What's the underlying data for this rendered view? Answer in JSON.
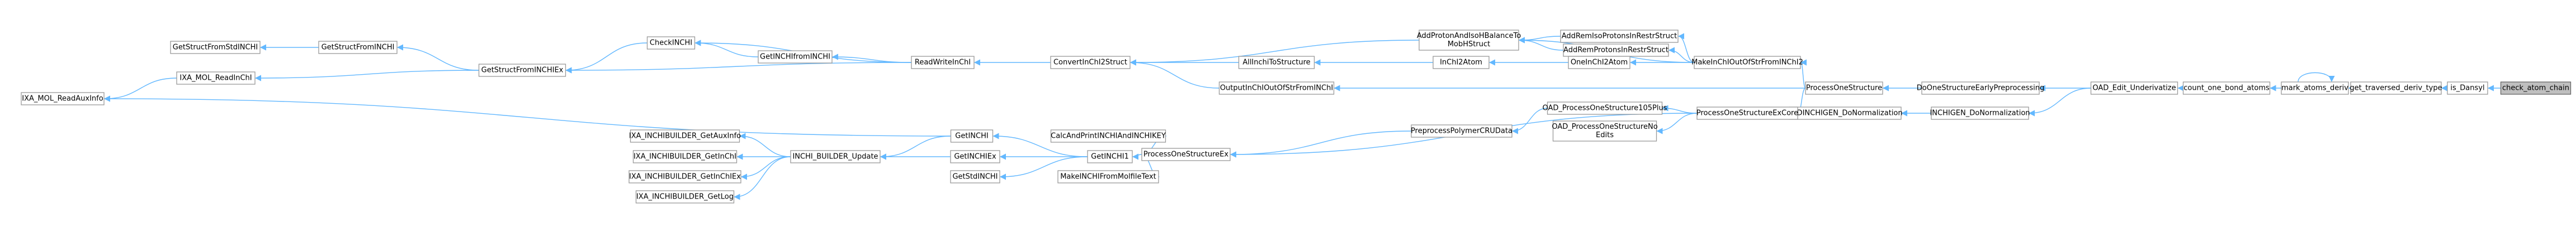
{
  "nodes": [
    {
      "id": "check_atom_chain",
      "lines": [
        "check_atom_chain"
      ],
      "root": true
    },
    {
      "id": "is_Dansyl",
      "lines": [
        "is_Dansyl"
      ]
    },
    {
      "id": "get_traversed_deriv_type",
      "lines": [
        "get_traversed_deriv_type"
      ]
    },
    {
      "id": "mark_atoms_deriv",
      "lines": [
        "mark_atoms_deriv"
      ]
    },
    {
      "id": "count_one_bond_atoms",
      "lines": [
        "count_one_bond_atoms"
      ]
    },
    {
      "id": "OAD_Edit_Underivatize",
      "lines": [
        "OAD_Edit_Underivatize"
      ]
    },
    {
      "id": "DoOneStructureEarlyPreprocessing",
      "lines": [
        "DoOneStructureEarlyPreprocessing"
      ]
    },
    {
      "id": "INCHIGEN_DoNormalization",
      "lines": [
        "INCHIGEN_DoNormalization"
      ]
    },
    {
      "id": "STDINCHIGEN_DoNormalization",
      "lines": [
        "STDINCHIGEN_DoNormalization"
      ]
    },
    {
      "id": "ProcessOneStructure",
      "lines": [
        "ProcessOneStructure"
      ]
    },
    {
      "id": "ProcessOneStructureExCore",
      "lines": [
        "ProcessOneStructureExCore"
      ]
    },
    {
      "id": "MakeInChIOutOfStrFromINChI2",
      "lines": [
        "MakeInChIOutOfStrFromINChI2"
      ]
    },
    {
      "id": "OutputInChIOutOfStrFromINChI",
      "lines": [
        "OutputInChIOutOfStrFromINChI"
      ]
    },
    {
      "id": "OAD_ProcessOneStructure105Plus",
      "lines": [
        "OAD_ProcessOneStructure105Plus"
      ]
    },
    {
      "id": "OAD_ProcessOneStructureNoEdits",
      "lines": [
        "OAD_ProcessOneStructureNo",
        "Edits"
      ]
    },
    {
      "id": "ProcessOneStructureEx",
      "lines": [
        "ProcessOneStructureEx"
      ]
    },
    {
      "id": "PreprocessPolymerCRUData",
      "lines": [
        "PreprocessPolymerCRUData"
      ]
    },
    {
      "id": "AddRemIsoProtonsInRestrStruct",
      "lines": [
        "AddRemIsoProtonsInRestrStruct"
      ]
    },
    {
      "id": "AddRemProtonsInRestrStruct",
      "lines": [
        "AddRemProtonsInRestrStruct"
      ]
    },
    {
      "id": "AddProtonAndIsoHBalanceToMobHStruct",
      "lines": [
        "AddProtonAndIsoHBalanceTo",
        "MobHStruct"
      ]
    },
    {
      "id": "OneInChI2Atom",
      "lines": [
        "OneInChI2Atom"
      ]
    },
    {
      "id": "InChI2Atom",
      "lines": [
        "InChI2Atom"
      ]
    },
    {
      "id": "AllInchiToStructure",
      "lines": [
        "AllInchiToStructure"
      ]
    },
    {
      "id": "ConvertInChI2Struct",
      "lines": [
        "ConvertInChI2Struct"
      ]
    },
    {
      "id": "ReadWriteInChI",
      "lines": [
        "ReadWriteInChI"
      ]
    },
    {
      "id": "GetINCHIfromINCHI",
      "lines": [
        "GetINCHIfromINCHI"
      ]
    },
    {
      "id": "CheckINCHI",
      "lines": [
        "CheckINCHI"
      ]
    },
    {
      "id": "GetStructFromINCHIEx",
      "lines": [
        "GetStructFromINCHIEx"
      ]
    },
    {
      "id": "GetStructFromINCHI",
      "lines": [
        "GetStructFromINCHI"
      ]
    },
    {
      "id": "GetStructFromStdINCHI",
      "lines": [
        "GetStructFromStdINCHI"
      ]
    },
    {
      "id": "IXA_MOL_ReadInChI",
      "lines": [
        "IXA_MOL_ReadInChI"
      ]
    },
    {
      "id": "IXA_MOL_ReadAuxInfo",
      "lines": [
        "IXA_MOL_ReadAuxInfo"
      ]
    },
    {
      "id": "GetINCHI",
      "lines": [
        "GetINCHI"
      ]
    },
    {
      "id": "GetINCHIEx",
      "lines": [
        "GetINCHIEx"
      ]
    },
    {
      "id": "GetINCHI1",
      "lines": [
        "GetINCHI1"
      ]
    },
    {
      "id": "CalcAndPrintINCHIAndINCHIKEY",
      "lines": [
        "CalcAndPrintINCHIAndINCHIKEY"
      ]
    },
    {
      "id": "MakeINCHIFromMolfileText",
      "lines": [
        "MakeINCHIFromMolfileText"
      ]
    },
    {
      "id": "GetStdINCHI",
      "lines": [
        "GetStdINCHI"
      ]
    },
    {
      "id": "INCHI_BUILDER_Update",
      "lines": [
        "INCHI_BUILDER_Update"
      ]
    },
    {
      "id": "IXA_INCHIBUILDER_GetAuxInfo",
      "lines": [
        "IXA_INCHIBUILDER_GetAuxInfo"
      ]
    },
    {
      "id": "IXA_INCHIBUILDER_GetInChI",
      "lines": [
        "IXA_INCHIBUILDER_GetInChI"
      ]
    },
    {
      "id": "IXA_INCHIBUILDER_GetInChIEx",
      "lines": [
        "IXA_INCHIBUILDER_GetInChIEx"
      ]
    },
    {
      "id": "IXA_INCHIBUILDER_GetLog",
      "lines": [
        "IXA_INCHIBUILDER_GetLog"
      ]
    }
  ],
  "edges": [
    [
      "is_Dansyl",
      "check_atom_chain"
    ],
    [
      "get_traversed_deriv_type",
      "is_Dansyl"
    ],
    [
      "mark_atoms_deriv",
      "get_traversed_deriv_type"
    ],
    [
      "mark_atoms_deriv",
      "mark_atoms_deriv"
    ],
    [
      "count_one_bond_atoms",
      "mark_atoms_deriv"
    ],
    [
      "OAD_Edit_Underivatize",
      "count_one_bond_atoms"
    ],
    [
      "DoOneStructureEarlyPreprocessing",
      "OAD_Edit_Underivatize"
    ],
    [
      "INCHIGEN_DoNormalization",
      "OAD_Edit_Underivatize"
    ],
    [
      "STDINCHIGEN_DoNormalization",
      "INCHIGEN_DoNormalization"
    ],
    [
      "ProcessOneStructure",
      "DoOneStructureEarlyPreprocessing"
    ],
    [
      "ProcessOneStructureExCore",
      "ProcessOneStructure"
    ],
    [
      "MakeInChIOutOfStrFromINChI2",
      "ProcessOneStructure"
    ],
    [
      "OutputInChIOutOfStrFromINChI",
      "ProcessOneStructure"
    ],
    [
      "OAD_ProcessOneStructure105Plus",
      "ProcessOneStructureExCore"
    ],
    [
      "OAD_ProcessOneStructureNoEdits",
      "ProcessOneStructureExCore"
    ],
    [
      "ProcessOneStructureEx",
      "ProcessOneStructureExCore"
    ],
    [
      "PreprocessPolymerCRUData",
      "OAD_ProcessOneStructure105Plus"
    ],
    [
      "ProcessOneStructureEx",
      "PreprocessPolymerCRUData"
    ],
    [
      "AddRemIsoProtonsInRestrStruct",
      "MakeInChIOutOfStrFromINChI2"
    ],
    [
      "AddRemProtonsInRestrStruct",
      "MakeInChIOutOfStrFromINChI2"
    ],
    [
      "AddProtonAndIsoHBalanceToMobHStruct",
      "MakeInChIOutOfStrFromINChI2"
    ],
    [
      "OneInChI2Atom",
      "MakeInChIOutOfStrFromINChI2"
    ],
    [
      "AddProtonAndIsoHBalanceToMobHStruct",
      "AddRemIsoProtonsInRestrStruct"
    ],
    [
      "AddProtonAndIsoHBalanceToMobHStruct",
      "AddRemProtonsInRestrStruct"
    ],
    [
      "InChI2Atom",
      "OneInChI2Atom"
    ],
    [
      "AllInchiToStructure",
      "InChI2Atom"
    ],
    [
      "ConvertInChI2Struct",
      "AllInchiToStructure"
    ],
    [
      "ConvertInChI2Struct",
      "AddProtonAndIsoHBalanceToMobHStruct"
    ],
    [
      "ConvertInChI2Struct",
      "OutputInChIOutOfStrFromINChI"
    ],
    [
      "ReadWriteInChI",
      "ConvertInChI2Struct"
    ],
    [
      "GetINCHIfromINCHI",
      "ReadWriteInChI"
    ],
    [
      "CheckINCHI",
      "GetINCHIfromINCHI"
    ],
    [
      "CheckINCHI",
      "ReadWriteInChI"
    ],
    [
      "GetStructFromINCHIEx",
      "ReadWriteInChI"
    ],
    [
      "GetStructFromINCHIEx",
      "CheckINCHI"
    ],
    [
      "GetStructFromINCHI",
      "GetStructFromINCHIEx"
    ],
    [
      "GetStructFromStdINCHI",
      "GetStructFromINCHI"
    ],
    [
      "IXA_MOL_ReadInChI",
      "GetStructFromINCHIEx"
    ],
    [
      "IXA_MOL_ReadAuxInfo",
      "IXA_MOL_ReadInChI"
    ],
    [
      "IXA_MOL_ReadAuxInfo",
      "GetINCHI"
    ],
    [
      "GetINCHI",
      "GetINCHI1"
    ],
    [
      "GetINCHIEx",
      "GetINCHI1"
    ],
    [
      "GetStdINCHI",
      "GetINCHI1"
    ],
    [
      "GetINCHI1",
      "ProcessOneStructureEx"
    ],
    [
      "CalcAndPrintINCHIAndINCHIKEY",
      "ProcessOneStructureEx"
    ],
    [
      "MakeINCHIFromMolfileText",
      "ProcessOneStructureEx"
    ],
    [
      "INCHI_BUILDER_Update",
      "GetINCHI"
    ],
    [
      "INCHI_BUILDER_Update",
      "GetINCHIEx"
    ],
    [
      "IXA_INCHIBUILDER_GetAuxInfo",
      "INCHI_BUILDER_Update"
    ],
    [
      "IXA_INCHIBUILDER_GetInChI",
      "INCHI_BUILDER_Update"
    ],
    [
      "IXA_INCHIBUILDER_GetInChIEx",
      "INCHI_BUILDER_Update"
    ],
    [
      "IXA_INCHIBUILDER_GetLog",
      "INCHI_BUILDER_Update"
    ]
  ]
}
